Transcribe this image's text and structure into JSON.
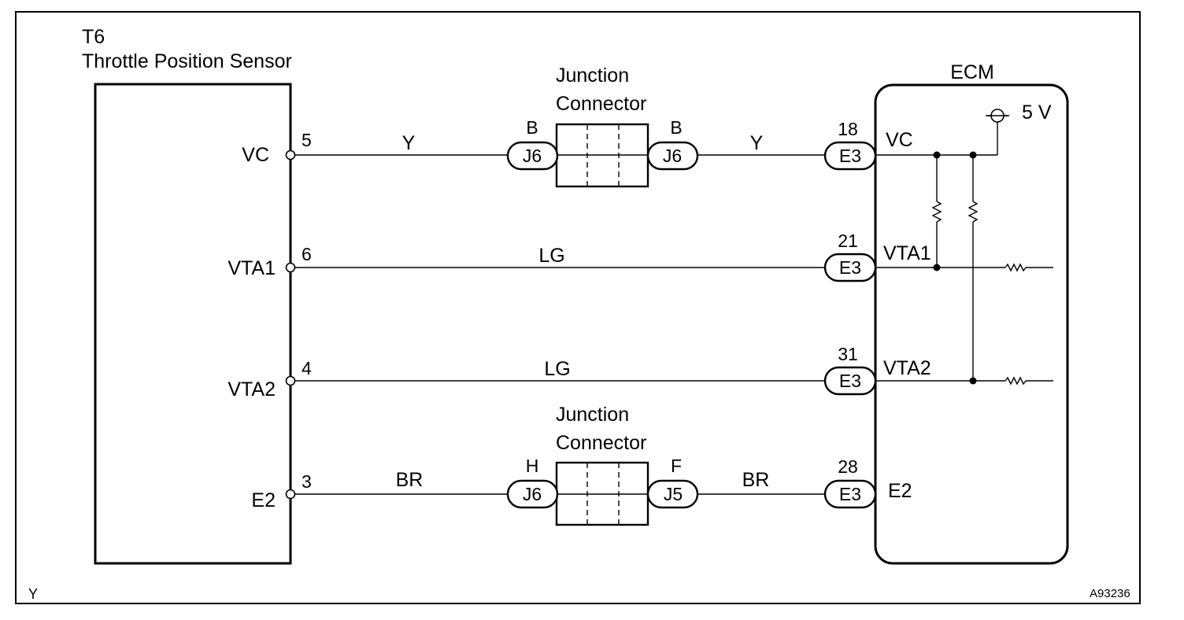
{
  "frame": {
    "bottom_left_label": "Y",
    "figure_code": "A93236"
  },
  "sensor": {
    "id": "T6",
    "name": "Throttle Position Sensor",
    "terminals": [
      {
        "name": "VC",
        "pin": "5"
      },
      {
        "name": "VTA1",
        "pin": "6"
      },
      {
        "name": "VTA2",
        "pin": "4"
      },
      {
        "name": "E2",
        "pin": "3"
      }
    ]
  },
  "ecm": {
    "title": "ECM",
    "supply": "5 V",
    "terminals": [
      {
        "name": "VC",
        "pin": "18",
        "connector": "E3"
      },
      {
        "name": "VTA1",
        "pin": "21",
        "connector": "E3"
      },
      {
        "name": "VTA2",
        "pin": "31",
        "connector": "E3"
      },
      {
        "name": "E2",
        "pin": "28",
        "connector": "E3"
      }
    ]
  },
  "junctions": [
    {
      "title": [
        "Junction",
        "Connector"
      ],
      "left": {
        "pin": "B",
        "connector": "J6"
      },
      "right": {
        "pin": "B",
        "connector": "J6"
      }
    },
    {
      "title": [
        "Junction",
        "Connector"
      ],
      "left": {
        "pin": "H",
        "connector": "J6"
      },
      "right": {
        "pin": "F",
        "connector": "J5"
      }
    }
  ],
  "wires": [
    {
      "left_color": "Y",
      "right_color": "Y"
    },
    {
      "color": "LG"
    },
    {
      "color": "LG"
    },
    {
      "left_color": "BR",
      "right_color": "BR"
    }
  ]
}
